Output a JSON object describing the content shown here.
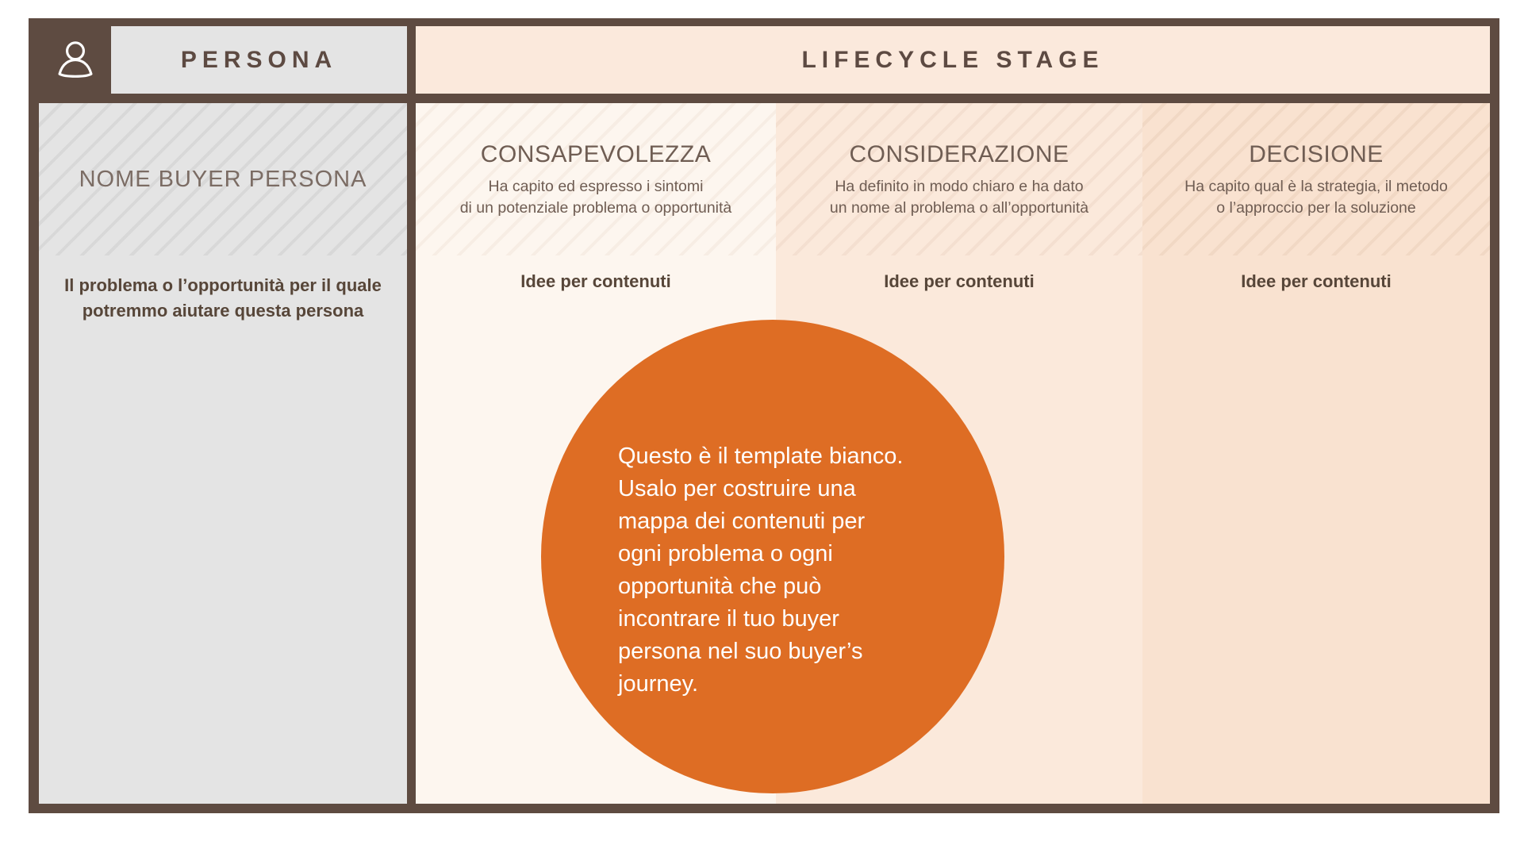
{
  "header": {
    "persona_label": "PERSONA",
    "lifecycle_label": "LIFECYCLE STAGE"
  },
  "persona_column": {
    "name_placeholder": "NOME BUYER PERSONA",
    "problem_text": "Il problema o l’opportunità per il quale\npotremmo aiutare questa persona"
  },
  "stages": [
    {
      "title": "CONSAPEVOLEZZA",
      "description": "Ha capito ed espresso i sintomi\ndi un potenziale problema o opportunità",
      "ideas_label": "Idee per contenuti"
    },
    {
      "title": "CONSIDERAZIONE",
      "description": "Ha definito in modo chiaro e ha dato\nun nome al problema o all’opportunità",
      "ideas_label": "Idee per contenuti"
    },
    {
      "title": "DECISIONE",
      "description": "Ha  capito qual è la strategia, il metodo\no l’approccio per la soluzione",
      "ideas_label": "Idee per contenuti"
    }
  ],
  "callout": {
    "text": "Questo è il template bianco.\nUsalo per costruire una\nmappa dei contenuti per\nogni problema o ogni\nopportunità che può\nincontrare il tuo buyer\npersona nel suo buyer’s\njourney."
  },
  "colors": {
    "frame_brown": "#5e4b41",
    "header_text": "#5d4a42",
    "persona_gray": "#e4e4e4",
    "lifecycle_header_bg": "#fbe9dc",
    "stage_awareness_bg": "#fdf6ef",
    "stage_consideration_bg": "#fbe9db",
    "stage_decision_bg": "#f9e2d0",
    "circle_orange": "#de6d24",
    "circle_text": "#ffffff"
  }
}
